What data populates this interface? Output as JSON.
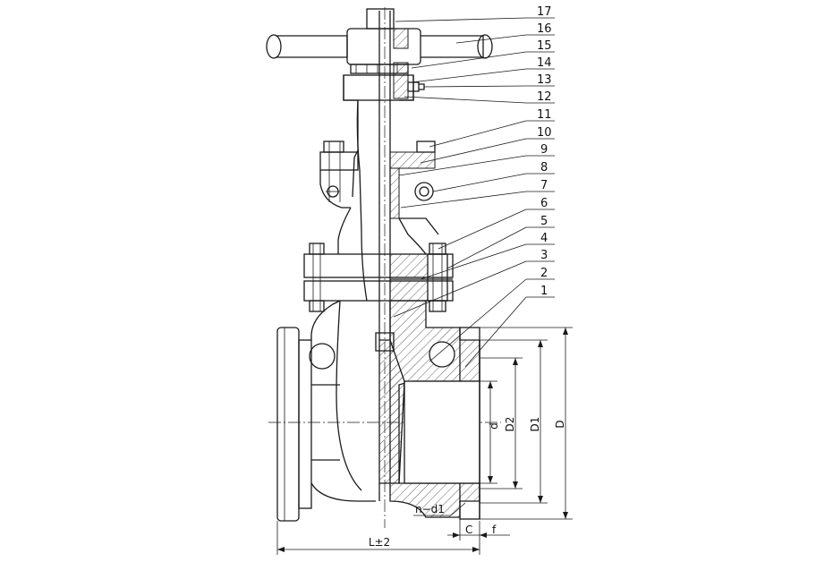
{
  "callouts": [
    "17",
    "16",
    "15",
    "14",
    "13",
    "12",
    "11",
    "10",
    "9",
    "8",
    "7",
    "6",
    "5",
    "4",
    "3",
    "2",
    "1"
  ],
  "dimensions": {
    "length": "L±2",
    "bore": "d",
    "raised_face": "D2",
    "bolt_circle": "D1",
    "flange_od": "D",
    "flange_thickness": "C",
    "face_height": "f",
    "bolt_holes": "n−d1"
  }
}
